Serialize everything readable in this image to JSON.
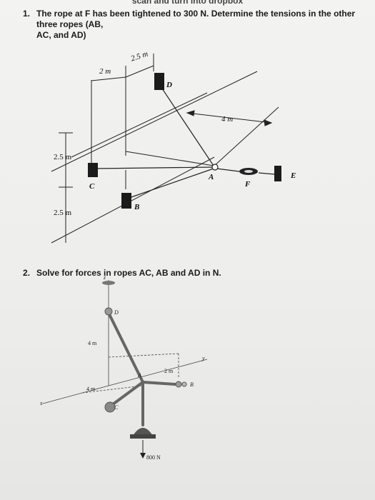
{
  "header": {
    "cut_text": "scan and turn into dropbox"
  },
  "problem1": {
    "number": "1.",
    "line1": "The rope at F has been tightened to 300 N. Determine the tensions in the other three ropes (AB,",
    "line2": "AC, and AD)",
    "dims": {
      "d2m": "2 m",
      "d25m_top": "2.5 m",
      "d4m": "4 m",
      "d25m_left": "2.5 m",
      "d25m_bottom": "2.5 m"
    },
    "points": {
      "D": "D",
      "C": "C",
      "A": "A",
      "F": "F",
      "E": "E",
      "B": "B"
    }
  },
  "problem2": {
    "number": "2.",
    "text": "Solve for forces in ropes AC, AB and AD in N.",
    "labels": {
      "D": "D",
      "C": "C",
      "B": "B",
      "A": "A",
      "x": "x",
      "y": "y",
      "z": "z",
      "d4m_a": "4 m",
      "d4m_b": "4 m",
      "d2m": "2 m",
      "load": "800 N"
    }
  }
}
